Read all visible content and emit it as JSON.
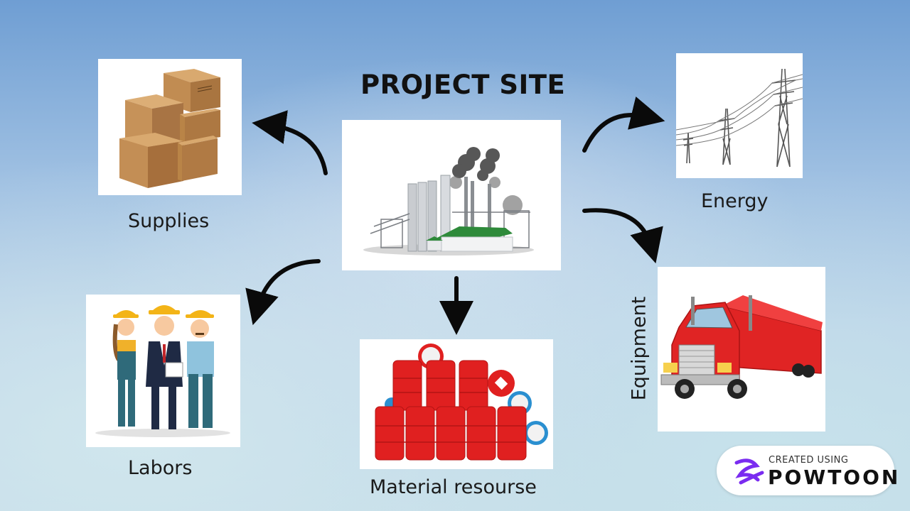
{
  "diagram": {
    "title": "PROJECT SITE",
    "nodes": {
      "supplies": "Supplies",
      "energy": "Energy",
      "labors": "Labors",
      "material": "Material resourse",
      "equipment": "Equipment"
    }
  },
  "badge": {
    "line1": "CREATED USING",
    "line2": "POWTOON"
  },
  "colors": {
    "arrow": "#0a0a0a",
    "barrel_red": "#e02020",
    "truck_red": "#e02424",
    "box_brown": "#c9955e",
    "powtoon_purple": "#7a2cf0"
  }
}
